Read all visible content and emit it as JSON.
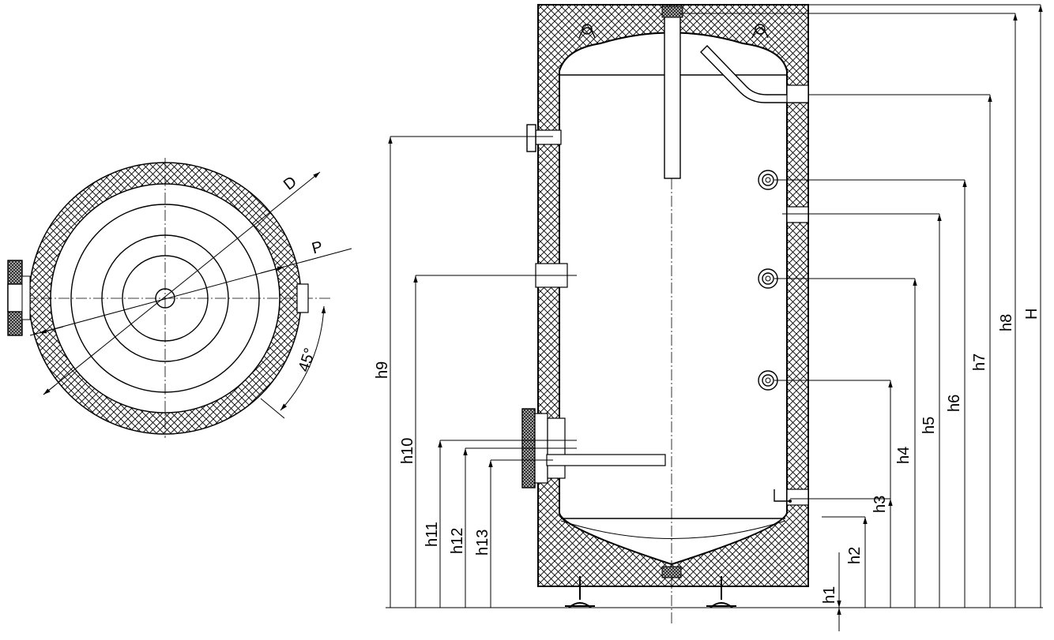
{
  "top_view": {
    "labels": {
      "diameter": "D",
      "p": "P",
      "angle": "45°"
    }
  },
  "front_view": {
    "left_dimensions": [
      "h9",
      "h10",
      "h11",
      "h12",
      "h13"
    ],
    "right_dimensions": [
      "h1",
      "h2",
      "h3",
      "h4",
      "h5",
      "h6",
      "h7",
      "h8",
      "H"
    ]
  }
}
